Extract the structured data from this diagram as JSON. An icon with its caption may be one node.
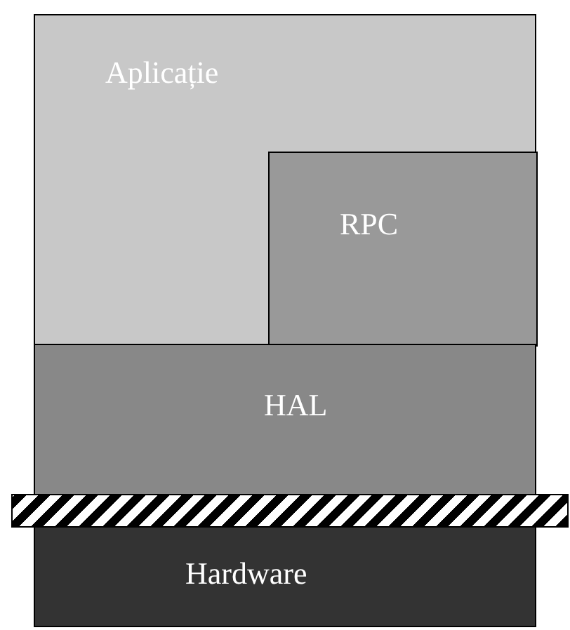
{
  "diagram": {
    "nodes": [
      {
        "text": [
          "Aplicație"
        ]
      },
      {
        "text": [
          "RPC"
        ],
        "in": 0
      },
      {
        "text": [
          "HAL"
        ]
      },
      {
        "text": [],
        "shape": "bar"
      },
      {
        "text": [
          "Hardware"
        ]
      }
    ]
  }
}
